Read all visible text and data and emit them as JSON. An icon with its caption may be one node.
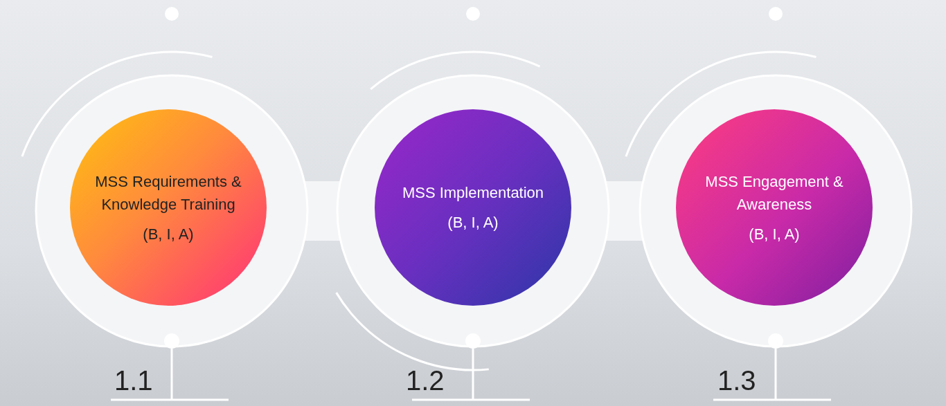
{
  "diagram": {
    "nodes": [
      {
        "text": [
          "MSS Requirements & Knowledge Training",
          "(B, I, A)"
        ],
        "beside": [
          "1.1"
        ]
      },
      {
        "text": [
          "MSS Implementation",
          "(B, I, A)"
        ],
        "beside": [
          "1.2"
        ]
      },
      {
        "text": [
          "MSS Engagement & Awareness",
          "(B, I, A)"
        ],
        "beside": [
          "1.3"
        ]
      }
    ]
  }
}
